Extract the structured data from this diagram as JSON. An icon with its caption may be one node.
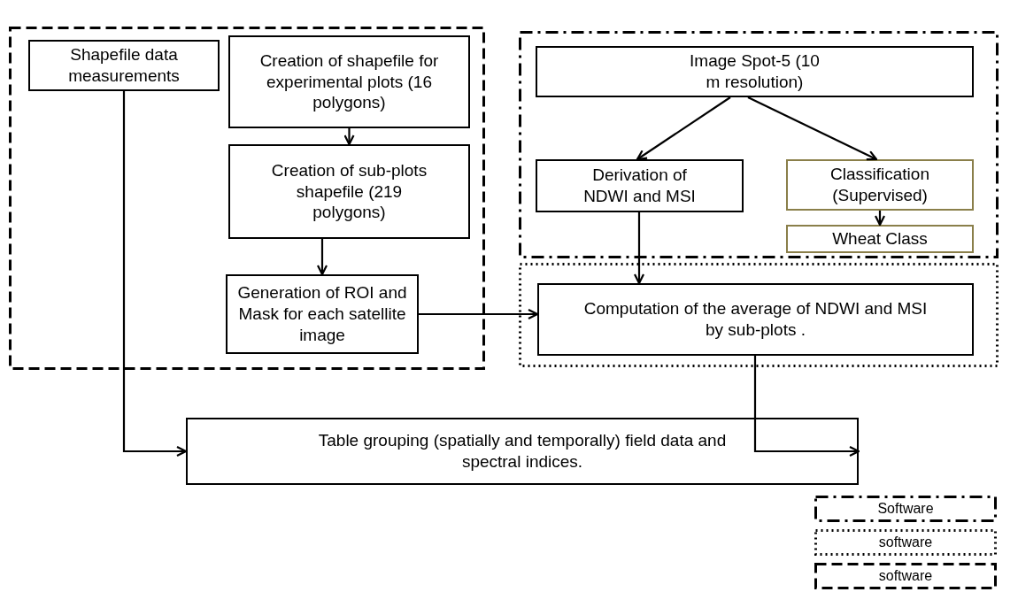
{
  "diagram": {
    "nodes": [
      {
        "text": [],
        "shape": "box"
      },
      {
        "text": [
          "Shapefile data measurements"
        ],
        "in": 0
      },
      {
        "text": [
          "Creation of shapefile for experimental plots (16 polygons)"
        ],
        "in": 0
      },
      {
        "text": [
          "Creation of sub-plots shapefile (219 polygons)"
        ],
        "in": 0
      },
      {
        "text": [
          "Generation of ROI and Mask for each satellite image"
        ],
        "in": 0
      },
      {
        "text": [],
        "shape": "box"
      },
      {
        "text": [
          "Image Spot-5 (10 m resolution)"
        ],
        "in": 5
      },
      {
        "text": [
          "Derivation of NDWI and MSI"
        ],
        "in": 5
      },
      {
        "text": [
          "Classification (Supervised)"
        ],
        "in": 5
      },
      {
        "text": [
          "Wheat Class"
        ],
        "in": 5
      },
      {
        "text": [],
        "shape": "box"
      },
      {
        "text": [
          "Computation of the average of NDWI and MSI by sub-plots ."
        ],
        "in": 10
      },
      {
        "text": [
          "Table grouping (spatially and temporally) field data and spectral indices."
        ]
      }
    ],
    "edges": [
      {
        "from": 2,
        "to": 3,
        "arrow": "to"
      },
      {
        "from": 3,
        "to": 4,
        "arrow": "to"
      },
      {
        "from": 6,
        "to": 7,
        "arrow": "to"
      },
      {
        "from": 6,
        "to": 8,
        "arrow": "to"
      },
      {
        "from": 8,
        "to": 9,
        "arrow": "to"
      },
      {
        "from": 7,
        "to": 11,
        "arrow": "to"
      },
      {
        "from": 4,
        "to": 11,
        "arrow": "to"
      },
      {
        "from": 1,
        "to": 12,
        "arrow": "to"
      },
      {
        "from": 11,
        "to": 12,
        "arrow": "to"
      }
    ],
    "legend": [
      {
        "text": "Software"
      },
      {
        "text": "software"
      },
      {
        "text": "software"
      }
    ]
  }
}
